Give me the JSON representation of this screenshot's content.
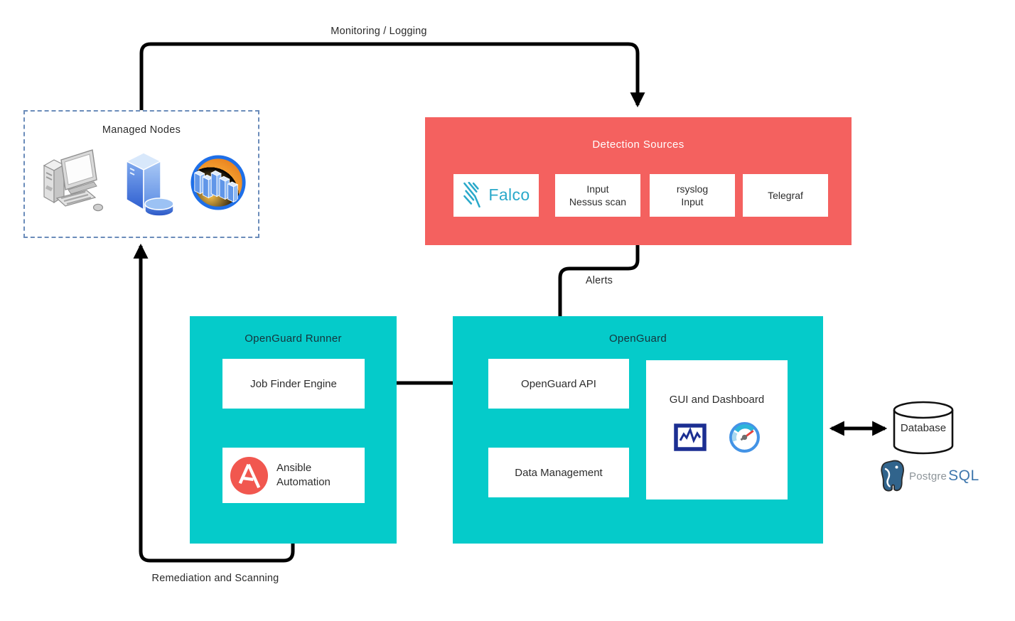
{
  "managed_nodes": {
    "title": "Managed Nodes",
    "icons": [
      "desktop-computer-icon",
      "server-tower-icon",
      "server-cluster-icon"
    ]
  },
  "detection_sources": {
    "title": "Detection Sources",
    "falco_label": "Falco",
    "falco_icon": "falco-bird-icon",
    "sources": [
      {
        "lines": [
          "Input",
          "Nessus scan"
        ]
      },
      {
        "lines": [
          "rsyslog",
          "Input"
        ]
      },
      {
        "lines": [
          "Telegraf"
        ]
      }
    ]
  },
  "openguard_runner": {
    "title": "OpenGuard Runner",
    "job_finder_label": "Job Finder Engine",
    "ansible": {
      "icon": "ansible-logo-icon",
      "lines": [
        "Ansible",
        "Automation"
      ]
    }
  },
  "openguard": {
    "title": "OpenGuard",
    "api_label": "OpenGuard API",
    "data_management_label": "Data Management",
    "gui_label": "GUI and Dashboard",
    "gui_icons": [
      "line-chart-icon",
      "gauge-icon"
    ]
  },
  "database": {
    "label": "Database",
    "icon": "database-cylinder-icon",
    "brand": {
      "icon": "postgresql-elephant-icon",
      "left": "Postgre",
      "right": "SQL"
    }
  },
  "arrow_labels": {
    "monitoring": "Monitoring / Logging",
    "alerts": "Alerts",
    "remediation": "Remediation and Scanning"
  },
  "colors": {
    "teal_panel": "#05cbca",
    "coral_panel": "#f4615f",
    "managed_nodes_border": "#6b8cba",
    "falco_teal": "#2aa9ca",
    "ansible_red": "#f1574f",
    "chart_navy": "#1c2f92",
    "gauge_blue": "#4393e6",
    "postgres_blue": "#3f77ad",
    "postgres_gray": "#8d9499",
    "arrow": "#000000",
    "detection_title": "#ffffff",
    "panel_text": "#16333b"
  }
}
